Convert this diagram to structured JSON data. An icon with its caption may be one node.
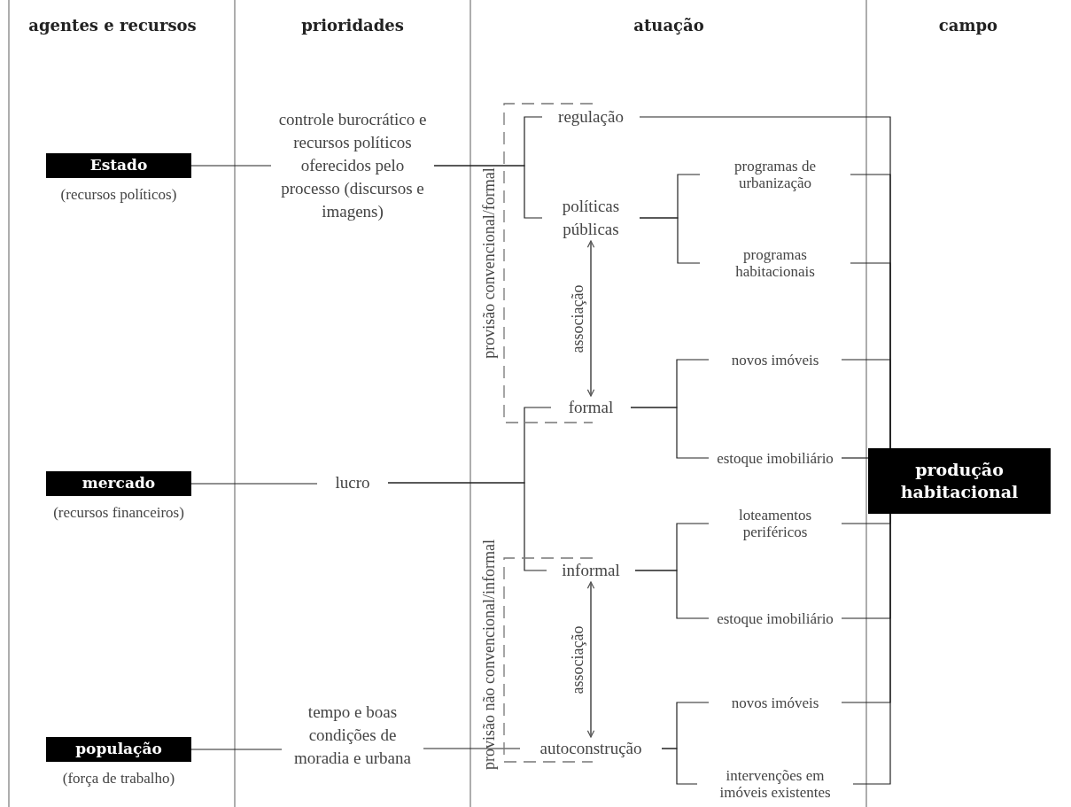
{
  "diagram": {
    "nodes": [
      {
        "text": [
          "Estado"
        ],
        "beside": [
          "(recursos políticos)"
        ]
      },
      {
        "text": [
          "mercado"
        ],
        "beside": [
          "(recursos financeiros)"
        ]
      },
      {
        "text": [
          "população"
        ],
        "beside": [
          "(força de trabalho)"
        ]
      },
      {
        "text": [
          "controle burocrático e recursos políticos oferecidos pelo processo (discursos e imagens)"
        ]
      },
      {
        "text": [
          "lucro"
        ]
      },
      {
        "text": [
          "tempo e boas condições de moradia e urbana"
        ]
      },
      {
        "text": [
          "provisão convencional/formal"
        ]
      },
      {
        "text": [
          "regulação"
        ],
        "in": 6
      },
      {
        "text": [
          "políticas públicas"
        ],
        "in": 6
      },
      {
        "text": [
          "formal"
        ],
        "in": 6
      },
      {
        "text": [
          "provisão não convencional/informal"
        ]
      },
      {
        "text": [
          "informal"
        ],
        "in": 10
      },
      {
        "text": [
          "autoconstrução"
        ],
        "in": 10
      },
      {
        "text": [
          "programas de urbanização"
        ]
      },
      {
        "text": [
          "programas habitacionais"
        ]
      },
      {
        "text": [
          "novos imóveis"
        ]
      },
      {
        "text": [
          "estoque imobiliário"
        ]
      },
      {
        "text": [
          "loteamentos periféricos"
        ]
      },
      {
        "text": [
          "estoque imobiliário"
        ]
      },
      {
        "text": [
          "novos imóveis"
        ]
      },
      {
        "text": [
          "intervenções em imóveis existentes"
        ]
      },
      {
        "text": [
          "produção habitacional"
        ]
      }
    ],
    "edges": [
      {
        "from": 0,
        "to": 3,
        "arrow": "none"
      },
      {
        "from": 3,
        "to": 7,
        "arrow": "none"
      },
      {
        "from": 3,
        "to": 8,
        "arrow": "none"
      },
      {
        "from": 1,
        "to": 4,
        "arrow": "none"
      },
      {
        "from": 4,
        "to": 9,
        "arrow": "none"
      },
      {
        "from": 4,
        "to": 11,
        "arrow": "none"
      },
      {
        "from": 2,
        "to": 5,
        "arrow": "none"
      },
      {
        "from": 5,
        "to": 12,
        "arrow": "none"
      },
      {
        "from": 7,
        "to": 21,
        "arrow": "none"
      },
      {
        "from": 8,
        "to": 13,
        "arrow": "none"
      },
      {
        "from": 8,
        "to": 14,
        "arrow": "none"
      },
      {
        "from": 13,
        "to": 21,
        "arrow": "none"
      },
      {
        "from": 14,
        "to": 21,
        "arrow": "none"
      },
      {
        "from": 9,
        "to": 15,
        "arrow": "none"
      },
      {
        "from": 9,
        "to": 16,
        "arrow": "none"
      },
      {
        "from": 15,
        "to": 21,
        "arrow": "none"
      },
      {
        "from": 16,
        "to": 21,
        "arrow": "none"
      },
      {
        "from": 11,
        "to": 17,
        "arrow": "none"
      },
      {
        "from": 11,
        "to": 18,
        "arrow": "none"
      },
      {
        "from": 17,
        "to": 21,
        "arrow": "none"
      },
      {
        "from": 18,
        "to": 21,
        "arrow": "none"
      },
      {
        "from": 12,
        "to": 19,
        "arrow": "none"
      },
      {
        "from": 12,
        "to": 20,
        "arrow": "none"
      },
      {
        "from": 19,
        "to": 21,
        "arrow": "none"
      },
      {
        "from": 20,
        "to": 21,
        "arrow": "none"
      },
      {
        "from": 8,
        "to": 9,
        "arrow": "both",
        "label": "associação"
      },
      {
        "from": 11,
        "to": 12,
        "arrow": "both",
        "label": "associação"
      }
    ],
    "labels": [
      "agentes e recursos",
      "prioridades",
      "atuação",
      "campo"
    ]
  }
}
